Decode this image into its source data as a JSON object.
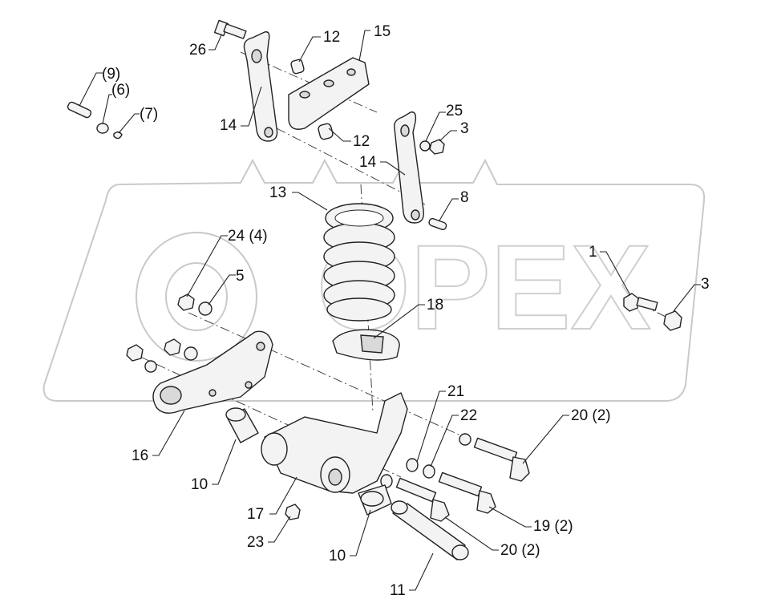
{
  "watermark": {
    "text": "OPEX"
  },
  "corner_mark": "",
  "callouts": [
    {
      "id": "c26",
      "text": "26"
    },
    {
      "id": "c12a",
      "text": "12"
    },
    {
      "id": "c15",
      "text": "15"
    },
    {
      "id": "c9",
      "text": "(9)"
    },
    {
      "id": "c6",
      "text": "(6)"
    },
    {
      "id": "c7",
      "text": "(7)"
    },
    {
      "id": "c14a",
      "text": "14"
    },
    {
      "id": "c25",
      "text": "25"
    },
    {
      "id": "c3a",
      "text": "3"
    },
    {
      "id": "c12b",
      "text": "12"
    },
    {
      "id": "c14b",
      "text": "14"
    },
    {
      "id": "c13",
      "text": "13"
    },
    {
      "id": "c8",
      "text": "8"
    },
    {
      "id": "c24",
      "text": "24 (4)"
    },
    {
      "id": "c5",
      "text": "5"
    },
    {
      "id": "c1",
      "text": "1"
    },
    {
      "id": "c3b",
      "text": "3"
    },
    {
      "id": "c18",
      "text": "18"
    },
    {
      "id": "c21",
      "text": "21"
    },
    {
      "id": "c22",
      "text": "22"
    },
    {
      "id": "c20a",
      "text": "20 (2)"
    },
    {
      "id": "c16",
      "text": "16"
    },
    {
      "id": "c10a",
      "text": "10"
    },
    {
      "id": "c17",
      "text": "17"
    },
    {
      "id": "c19",
      "text": "19 (2)"
    },
    {
      "id": "c23",
      "text": "23"
    },
    {
      "id": "c20b",
      "text": "20 (2)"
    },
    {
      "id": "c10b",
      "text": "10"
    },
    {
      "id": "c11",
      "text": "11"
    }
  ]
}
